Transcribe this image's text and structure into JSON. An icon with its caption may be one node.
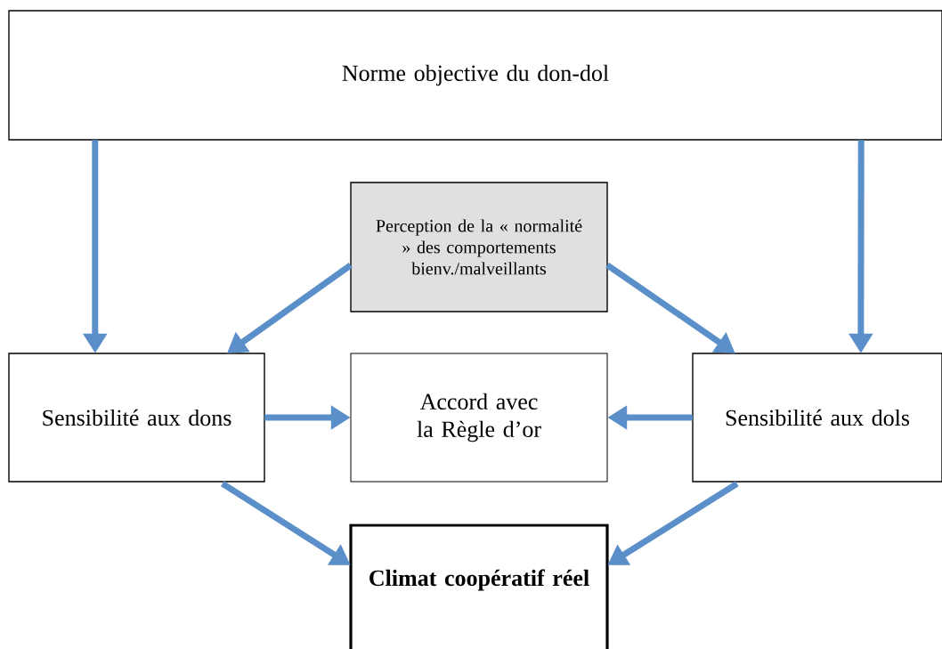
{
  "diagram": {
    "nodes": [
      {
        "text": [
          "Norme objective du don-dol"
        ]
      },
      {
        "text": [
          "Perception de la « normalité » des comportements bienv./malveillants"
        ]
      },
      {
        "text": [
          "Sensibilité aux dons"
        ]
      },
      {
        "text": [
          "Accord avec la Règle d’or"
        ]
      },
      {
        "text": [
          "Sensibilité aux dols"
        ]
      },
      {
        "text": [
          "Climat coopératif réel"
        ]
      }
    ],
    "edges": [
      {
        "from": 0,
        "to": 2,
        "arrow": "to"
      },
      {
        "from": 0,
        "to": 4,
        "arrow": "to"
      },
      {
        "from": 1,
        "to": 2,
        "arrow": "to"
      },
      {
        "from": 1,
        "to": 4,
        "arrow": "to"
      },
      {
        "from": 2,
        "to": 3,
        "arrow": "to"
      },
      {
        "from": 4,
        "to": 3,
        "arrow": "to"
      },
      {
        "from": 2,
        "to": 5,
        "arrow": "to"
      },
      {
        "from": 4,
        "to": 5,
        "arrow": "to"
      }
    ]
  }
}
